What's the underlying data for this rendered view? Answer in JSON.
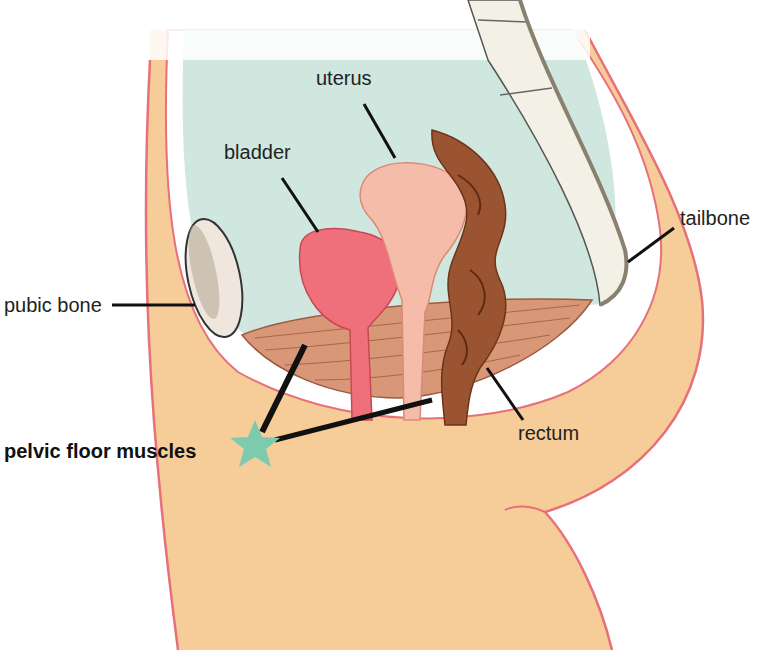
{
  "diagram": {
    "labels": [
      "uterus",
      "bladder",
      "tailbone",
      "pubic bone",
      "rectum",
      "pelvic floor muscles"
    ]
  }
}
